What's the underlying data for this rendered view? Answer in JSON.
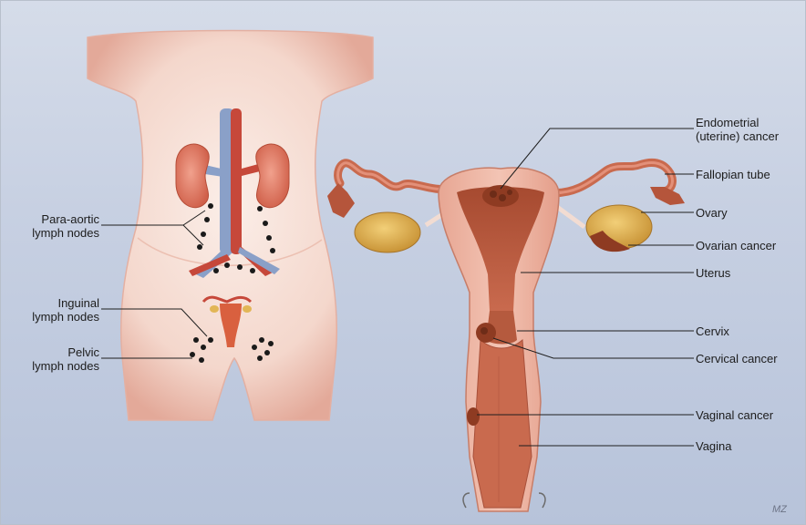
{
  "labels": {
    "endometrial": "Endometrial\n(uterine) cancer",
    "fallopian": "Fallopian tube",
    "ovary": "Ovary",
    "ovarian_cancer": "Ovarian cancer",
    "uterus": "Uterus",
    "cervix": "Cervix",
    "cervical_cancer": "Cervical cancer",
    "vaginal_cancer": "Vaginal cancer",
    "vagina": "Vagina",
    "para_aortic": "Para-aortic\nlymph nodes",
    "inguinal": "Inguinal\nlymph nodes",
    "pelvic": "Pelvic\nlymph nodes"
  },
  "signature": "MZ",
  "colors": {
    "background": "#c7d0e2",
    "skin": "#f6dcd3",
    "tissue": "#c9705a",
    "tumor": "#8e3b22",
    "ovary": "#e2b656",
    "kidney": "#e07b66",
    "vein": "#7b8fb4",
    "artery": "#c6483a",
    "lymph_node": "#1a1a1a"
  }
}
